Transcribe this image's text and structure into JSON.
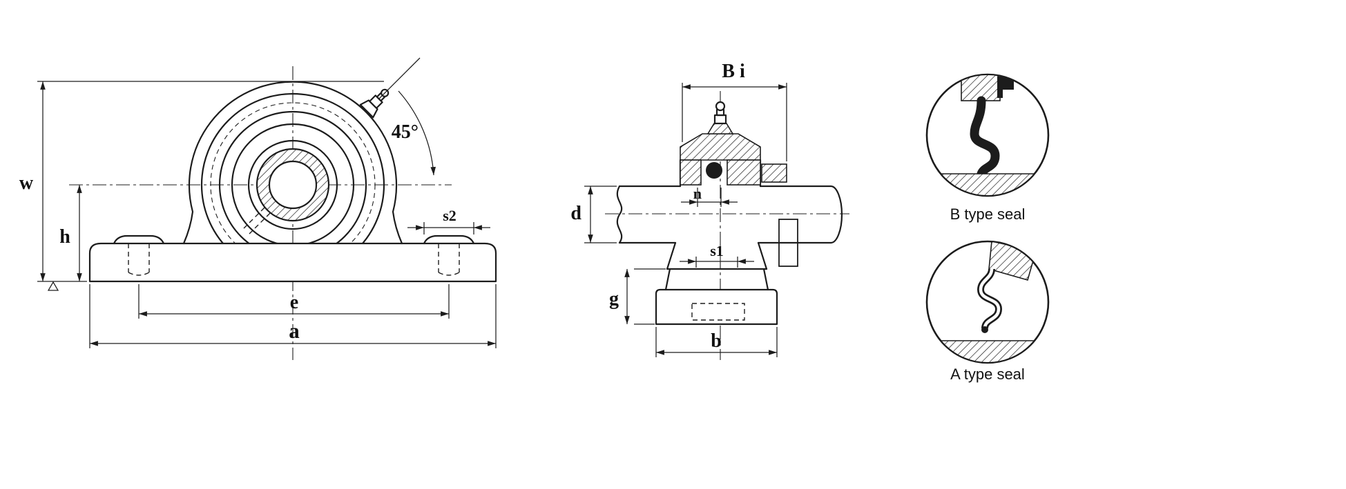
{
  "drawing": {
    "description": "Pillow block bearing unit dimensional drawing",
    "line_color": "#1c1c1c",
    "background": "#ffffff"
  },
  "front_view": {
    "dimensions": {
      "w": "w",
      "h": "h",
      "angle": "45°",
      "s2": "s2",
      "e": "e",
      "a": "a"
    }
  },
  "side_view": {
    "dimensions": {
      "bi": "B i",
      "n": "n",
      "d": "d",
      "s1": "s1",
      "g": "g",
      "b": "b"
    }
  },
  "seal_details": {
    "b_label": "B type seal",
    "a_label": "A type seal"
  }
}
